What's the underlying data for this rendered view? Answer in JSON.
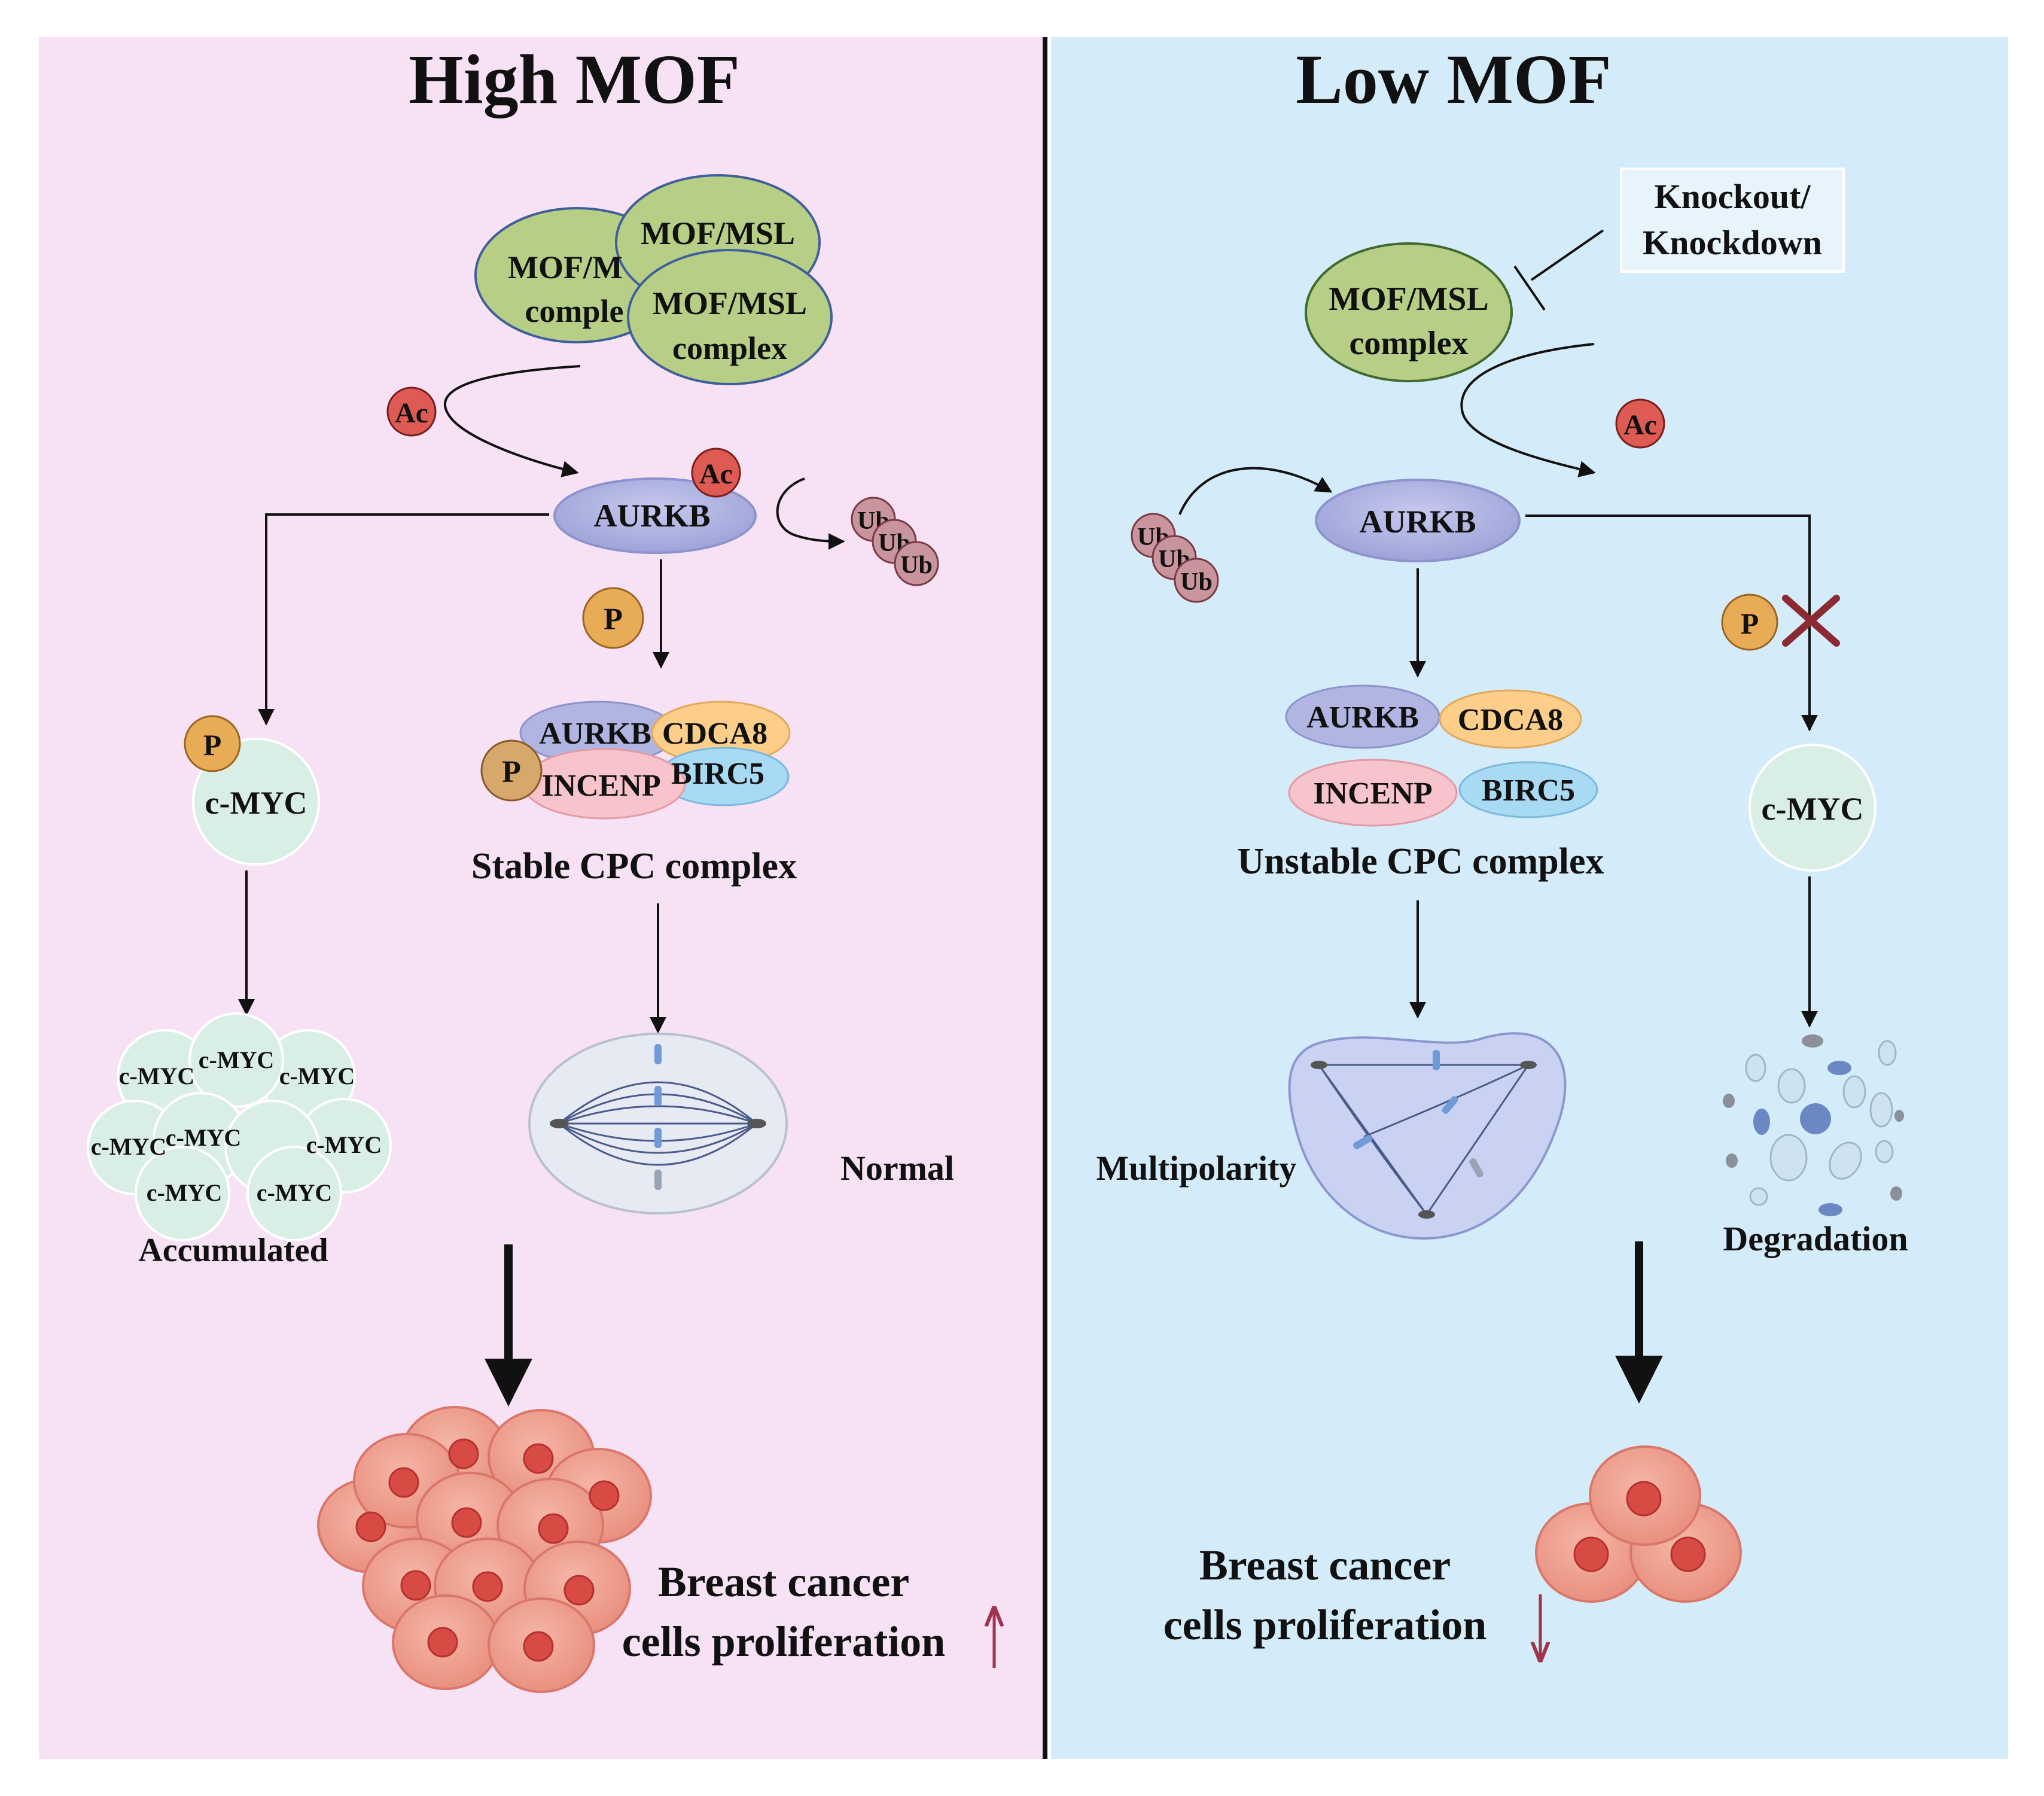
{
  "panels": {
    "left_title": "High MOF",
    "right_title": "Low MOF"
  },
  "left": {
    "complex_label_a": "MOF/MSL",
    "complex_label_b": "complex",
    "complex_back_a": "MOF/M",
    "complex_back_b": "comple",
    "complex_mid": "MOF/MSL",
    "ac": "Ac",
    "aurkb": "AURKB",
    "ub": "Ub",
    "p": "P",
    "cmyc": "c-MYC",
    "accumulated": "Accumulated",
    "cpc_aurkb": "AURKB",
    "cpc_cdca8": "CDCA8",
    "cpc_incenp": "INCENP",
    "cpc_birc5": "BIRC5",
    "cpc_label": "Stable CPC complex",
    "normal": "Normal",
    "outcome_1": "Breast cancer",
    "outcome_2": "cells proliferation"
  },
  "right": {
    "knockout_1": "Knockout/",
    "knockout_2": "Knockdown",
    "complex_a": "MOF/MSL",
    "complex_b": "complex",
    "ac": "Ac",
    "aurkb": "AURKB",
    "ub": "Ub",
    "p": "P",
    "cpc_aurkb": "AURKB",
    "cpc_cdca8": "CDCA8",
    "cpc_incenp": "INCENP",
    "cpc_birc5": "BIRC5",
    "cpc_label": "Unstable CPC complex",
    "cmyc": "c-MYC",
    "multipolarity": "Multipolarity",
    "degradation": "Degradation",
    "outcome_1": "Breast cancer",
    "outcome_2": "cells proliferation"
  },
  "colors": {
    "left_bg": "#f7e1f5",
    "right_bg": "#d4ecf9",
    "complex_green": "#b7ce86",
    "aurkb_purple": "#b1b5e2",
    "cdca8_orange": "#fdce8a",
    "incenp_pink": "#f7c4cb",
    "birc5_blue": "#a9daf4",
    "cmyc_mint": "#d9efe6",
    "ac_red": "#dd5b52",
    "p_orange": "#e9ac56",
    "ub_brown": "#c9959c",
    "cell_pink": "#f0a494",
    "up_arrow": "#a1344d",
    "cross": "#8b2a32"
  }
}
